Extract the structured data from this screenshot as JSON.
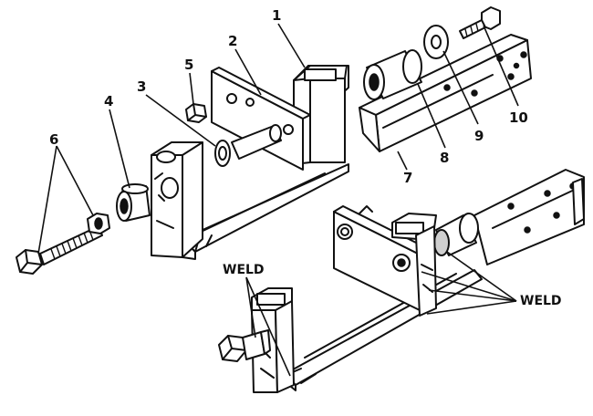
{
  "diagram": {
    "callouts": [
      {
        "id": "1",
        "text": "1"
      },
      {
        "id": "2",
        "text": "2"
      },
      {
        "id": "3",
        "text": "3"
      },
      {
        "id": "4",
        "text": "4"
      },
      {
        "id": "5",
        "text": "5"
      },
      {
        "id": "6",
        "text": "6"
      },
      {
        "id": "7",
        "text": "7"
      },
      {
        "id": "8",
        "text": "8"
      },
      {
        "id": "9",
        "text": "9"
      },
      {
        "id": "10",
        "text": "10"
      }
    ],
    "weld_labels": [
      "WELD",
      "WELD"
    ]
  }
}
